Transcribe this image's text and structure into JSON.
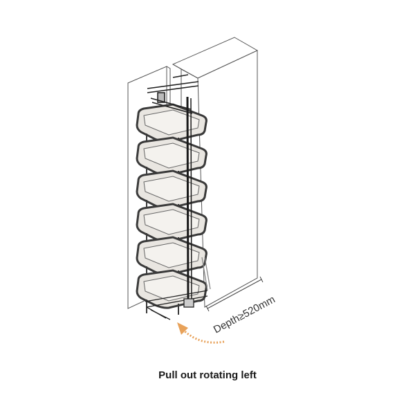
{
  "diagram": {
    "dimension_label": "Depth≥520mm",
    "caption": "Pull out rotating left",
    "shelf_count": 6,
    "colors": {
      "line": "#222222",
      "frame": "#3a3a3a",
      "shelf_top": "#e9e6e1",
      "cabinet": "#ffffff",
      "arrow": "#e8a25a"
    }
  }
}
